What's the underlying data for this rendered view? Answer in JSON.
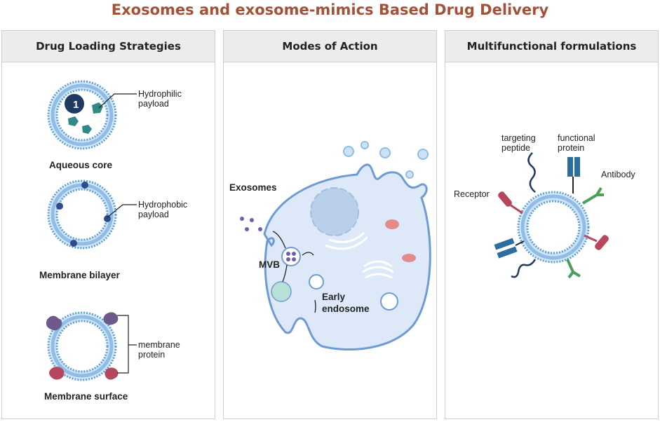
{
  "title": "Exosomes and exosome-mimics Based Drug Delivery",
  "panels": {
    "loading": {
      "header": "Drug Loading Strategies",
      "aqueous_core": "Aqueous core",
      "hydrophilic_1": "Hydrophilic",
      "hydrophilic_2": "payload",
      "membrane_bilayer": "Membrane bilayer",
      "hydrophobic_1": "Hydrophobic",
      "hydrophobic_2": "payload",
      "membrane_surface": "Membrane surface",
      "membrane_protein_1": "membrane",
      "membrane_protein_2": "protein",
      "badge": "1"
    },
    "action": {
      "header": "Modes of Action",
      "exosomes": "Exosomes",
      "mvb": "MVB",
      "early_1": "Early",
      "early_2": "endosome"
    },
    "formulations": {
      "header": "Multifunctional formulations",
      "targeting_1": "targeting",
      "targeting_2": "peptide",
      "functional_1": "functional",
      "functional_2": "protein",
      "antibody": "Antibody",
      "receptor": "Receptor"
    }
  },
  "colors": {
    "title": "#a4513a",
    "membrane": "#8fbde6",
    "lipid_head": "#5aa0dc",
    "cell_fill": "#dde9f9",
    "cell_stroke": "#6f9bd4",
    "teal": "#2f8a85",
    "navy": "#1f3a63",
    "receptor": "#b5485d",
    "antibody": "#4aa05a",
    "protein_blue": "#2a6fa0"
  }
}
